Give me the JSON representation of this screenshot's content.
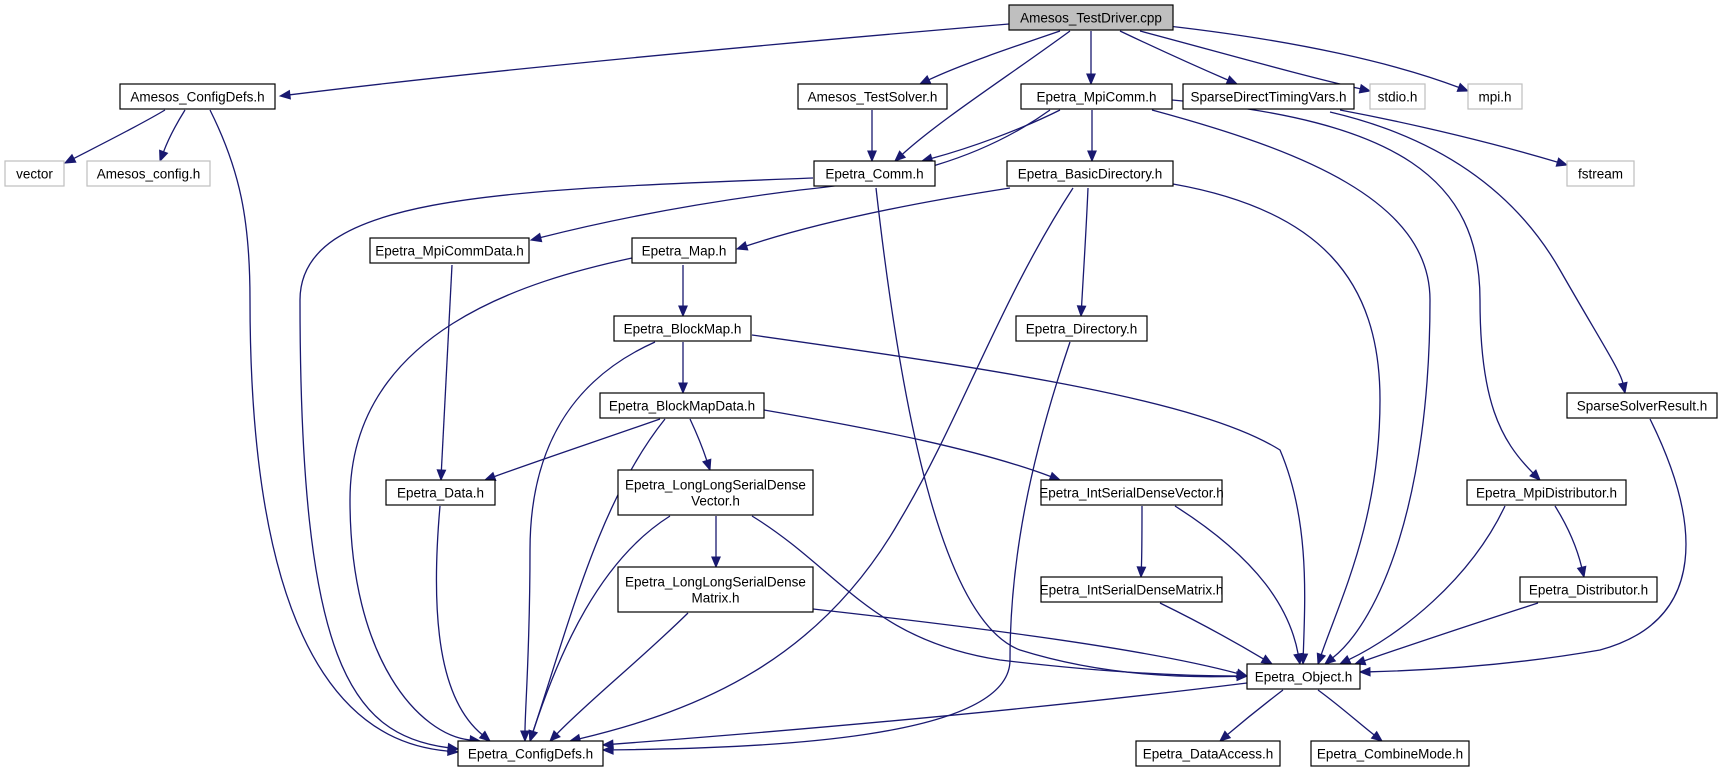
{
  "colors": {
    "edge": "#191970",
    "node_border": "#000000",
    "root_fill": "#bfbfbf",
    "ghost_border": "#bfbfbf"
  },
  "nodes": [
    {
      "id": "root",
      "label": "Amesos_TestDriver.cpp",
      "kind": "root"
    },
    {
      "id": "cfgdefs",
      "label": "Amesos_ConfigDefs.h",
      "kind": "solid"
    },
    {
      "id": "testsolver",
      "label": "Amesos_TestSolver.h",
      "kind": "solid"
    },
    {
      "id": "mpicomm",
      "label": "Epetra_MpiComm.h",
      "kind": "solid"
    },
    {
      "id": "sparsetiming",
      "label": "SparseDirectTimingVars.h",
      "kind": "solid"
    },
    {
      "id": "stdio",
      "label": "stdio.h",
      "kind": "ghost"
    },
    {
      "id": "mpih",
      "label": "mpi.h",
      "kind": "ghost"
    },
    {
      "id": "vector",
      "label": "vector",
      "kind": "ghost"
    },
    {
      "id": "amesosconfig",
      "label": "Amesos_config.h",
      "kind": "ghost"
    },
    {
      "id": "comm",
      "label": "Epetra_Comm.h",
      "kind": "solid"
    },
    {
      "id": "basicdir",
      "label": "Epetra_BasicDirectory.h",
      "kind": "solid"
    },
    {
      "id": "fstream",
      "label": "fstream",
      "kind": "ghost"
    },
    {
      "id": "mpicommdata",
      "label": "Epetra_MpiCommData.h",
      "kind": "solid"
    },
    {
      "id": "map",
      "label": "Epetra_Map.h",
      "kind": "solid"
    },
    {
      "id": "directory",
      "label": "Epetra_Directory.h",
      "kind": "solid"
    },
    {
      "id": "blockmap",
      "label": "Epetra_BlockMap.h",
      "kind": "solid"
    },
    {
      "id": "sparseresult",
      "label": "SparseSolverResult.h",
      "kind": "solid"
    },
    {
      "id": "blockmapdata",
      "label": "Epetra_BlockMapData.h",
      "kind": "solid"
    },
    {
      "id": "data",
      "label": "Epetra_Data.h",
      "kind": "solid"
    },
    {
      "id": "llvector",
      "label": "Epetra_LongLongSerialDense\nVector.h",
      "kind": "solid"
    },
    {
      "id": "intvector",
      "label": "Epetra_IntSerialDenseVector.h",
      "kind": "solid"
    },
    {
      "id": "mpidist",
      "label": "Epetra_MpiDistributor.h",
      "kind": "solid"
    },
    {
      "id": "llmatrix",
      "label": "Epetra_LongLongSerialDense\nMatrix.h",
      "kind": "solid"
    },
    {
      "id": "intmatrix",
      "label": "Epetra_IntSerialDenseMatrix.h",
      "kind": "solid"
    },
    {
      "id": "distributor",
      "label": "Epetra_Distributor.h",
      "kind": "solid"
    },
    {
      "id": "object",
      "label": "Epetra_Object.h",
      "kind": "solid"
    },
    {
      "id": "epcfgdefs",
      "label": "Epetra_ConfigDefs.h",
      "kind": "solid"
    },
    {
      "id": "dataaccess",
      "label": "Epetra_DataAccess.h",
      "kind": "solid"
    },
    {
      "id": "combinemode",
      "label": "Epetra_CombineMode.h",
      "kind": "solid"
    }
  ],
  "edges": [
    {
      "from": "root",
      "to": "cfgdefs"
    },
    {
      "from": "root",
      "to": "testsolver"
    },
    {
      "from": "root",
      "to": "comm"
    },
    {
      "from": "root",
      "to": "mpicomm"
    },
    {
      "from": "root",
      "to": "sparsetiming"
    },
    {
      "from": "root",
      "to": "stdio"
    },
    {
      "from": "root",
      "to": "mpih"
    },
    {
      "from": "cfgdefs",
      "to": "vector"
    },
    {
      "from": "cfgdefs",
      "to": "amesosconfig"
    },
    {
      "from": "cfgdefs",
      "to": "epcfgdefs"
    },
    {
      "from": "testsolver",
      "to": "comm"
    },
    {
      "from": "mpicomm",
      "to": "comm"
    },
    {
      "from": "mpicomm",
      "to": "basicdir"
    },
    {
      "from": "mpicomm",
      "to": "mpicommdata"
    },
    {
      "from": "mpicomm",
      "to": "object"
    },
    {
      "from": "mpicomm",
      "to": "mpidist"
    },
    {
      "from": "sparsetiming",
      "to": "fstream"
    },
    {
      "from": "sparsetiming",
      "to": "sparseresult"
    },
    {
      "from": "comm",
      "to": "object"
    },
    {
      "from": "comm",
      "to": "epcfgdefs"
    },
    {
      "from": "basicdir",
      "to": "map"
    },
    {
      "from": "basicdir",
      "to": "directory"
    },
    {
      "from": "basicdir",
      "to": "object"
    },
    {
      "from": "basicdir",
      "to": "epcfgdefs"
    },
    {
      "from": "mpicommdata",
      "to": "data"
    },
    {
      "from": "map",
      "to": "blockmap"
    },
    {
      "from": "map",
      "to": "epcfgdefs"
    },
    {
      "from": "directory",
      "to": "epcfgdefs"
    },
    {
      "from": "blockmap",
      "to": "blockmapdata"
    },
    {
      "from": "blockmap",
      "to": "object"
    },
    {
      "from": "blockmap",
      "to": "epcfgdefs"
    },
    {
      "from": "blockmapdata",
      "to": "data"
    },
    {
      "from": "blockmapdata",
      "to": "llvector"
    },
    {
      "from": "blockmapdata",
      "to": "intvector"
    },
    {
      "from": "blockmapdata",
      "to": "epcfgdefs"
    },
    {
      "from": "data",
      "to": "epcfgdefs"
    },
    {
      "from": "llvector",
      "to": "llmatrix"
    },
    {
      "from": "llvector",
      "to": "object"
    },
    {
      "from": "llvector",
      "to": "epcfgdefs"
    },
    {
      "from": "llmatrix",
      "to": "object"
    },
    {
      "from": "llmatrix",
      "to": "epcfgdefs"
    },
    {
      "from": "intvector",
      "to": "intmatrix"
    },
    {
      "from": "intvector",
      "to": "object"
    },
    {
      "from": "intmatrix",
      "to": "object"
    },
    {
      "from": "mpidist",
      "to": "distributor"
    },
    {
      "from": "mpidist",
      "to": "object"
    },
    {
      "from": "distributor",
      "to": "object"
    },
    {
      "from": "sparseresult",
      "to": "object"
    },
    {
      "from": "object",
      "to": "epcfgdefs"
    },
    {
      "from": "object",
      "to": "dataaccess"
    },
    {
      "from": "object",
      "to": "combinemode"
    }
  ]
}
